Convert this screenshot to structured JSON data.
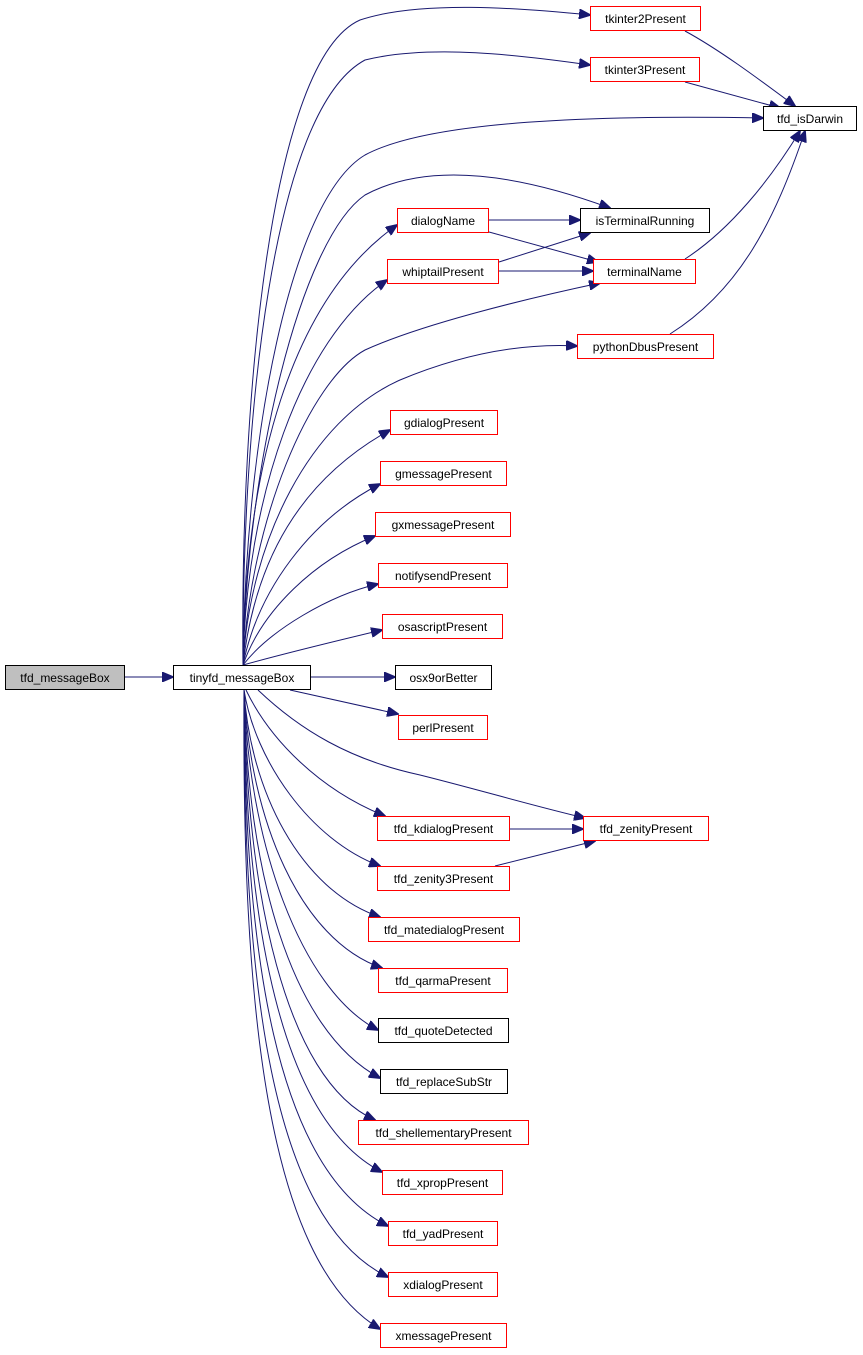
{
  "graph": {
    "root": "tfd_messageBox",
    "caller": "tinyfd_messageBox",
    "colors": {
      "edge": "#191970",
      "red_border": "#ff0000",
      "black_border": "#000000",
      "root_fill": "#bfbfbf"
    },
    "nodes": {
      "tfd_messageBox": {
        "label": "tfd_messageBox",
        "style": "root"
      },
      "tinyfd_messageBox": {
        "label": "tinyfd_messageBox",
        "style": "black"
      },
      "tkinter2Present": {
        "label": "tkinter2Present",
        "style": "red"
      },
      "tkinter3Present": {
        "label": "tkinter3Present",
        "style": "red"
      },
      "tfd_isDarwin": {
        "label": "tfd_isDarwin",
        "style": "black"
      },
      "isTerminalRunning": {
        "label": "isTerminalRunning",
        "style": "black"
      },
      "dialogName": {
        "label": "dialogName",
        "style": "red"
      },
      "whiptailPresent": {
        "label": "whiptailPresent",
        "style": "red"
      },
      "terminalName": {
        "label": "terminalName",
        "style": "red"
      },
      "pythonDbusPresent": {
        "label": "pythonDbusPresent",
        "style": "red"
      },
      "gdialogPresent": {
        "label": "gdialogPresent",
        "style": "red"
      },
      "gmessagePresent": {
        "label": "gmessagePresent",
        "style": "red"
      },
      "gxmessagePresent": {
        "label": "gxmessagePresent",
        "style": "red"
      },
      "notifysendPresent": {
        "label": "notifysendPresent",
        "style": "red"
      },
      "osascriptPresent": {
        "label": "osascriptPresent",
        "style": "red"
      },
      "osx9orBetter": {
        "label": "osx9orBetter",
        "style": "black"
      },
      "perlPresent": {
        "label": "perlPresent",
        "style": "red"
      },
      "tfd_kdialogPresent": {
        "label": "tfd_kdialogPresent",
        "style": "red"
      },
      "tfd_zenityPresent": {
        "label": "tfd_zenityPresent",
        "style": "red"
      },
      "tfd_zenity3Present": {
        "label": "tfd_zenity3Present",
        "style": "red"
      },
      "tfd_matedialogPresent": {
        "label": "tfd_matedialogPresent",
        "style": "red"
      },
      "tfd_qarmaPresent": {
        "label": "tfd_qarmaPresent",
        "style": "red"
      },
      "tfd_quoteDetected": {
        "label": "tfd_quoteDetected",
        "style": "black"
      },
      "tfd_replaceSubStr": {
        "label": "tfd_replaceSubStr",
        "style": "black"
      },
      "tfd_shellementaryPresent": {
        "label": "tfd_shellementaryPresent",
        "style": "red"
      },
      "tfd_xpropPresent": {
        "label": "tfd_xpropPresent",
        "style": "red"
      },
      "tfd_yadPresent": {
        "label": "tfd_yadPresent",
        "style": "red"
      },
      "xdialogPresent": {
        "label": "xdialogPresent",
        "style": "red"
      },
      "xmessagePresent": {
        "label": "xmessagePresent",
        "style": "red"
      }
    },
    "edges": [
      [
        "tfd_messageBox",
        "tinyfd_messageBox"
      ],
      [
        "tinyfd_messageBox",
        "tkinter2Present"
      ],
      [
        "tinyfd_messageBox",
        "tkinter3Present"
      ],
      [
        "tinyfd_messageBox",
        "tfd_isDarwin"
      ],
      [
        "tinyfd_messageBox",
        "isTerminalRunning"
      ],
      [
        "tinyfd_messageBox",
        "dialogName"
      ],
      [
        "tinyfd_messageBox",
        "whiptailPresent"
      ],
      [
        "tinyfd_messageBox",
        "terminalName"
      ],
      [
        "tinyfd_messageBox",
        "pythonDbusPresent"
      ],
      [
        "tinyfd_messageBox",
        "gdialogPresent"
      ],
      [
        "tinyfd_messageBox",
        "gmessagePresent"
      ],
      [
        "tinyfd_messageBox",
        "gxmessagePresent"
      ],
      [
        "tinyfd_messageBox",
        "notifysendPresent"
      ],
      [
        "tinyfd_messageBox",
        "osascriptPresent"
      ],
      [
        "tinyfd_messageBox",
        "osx9orBetter"
      ],
      [
        "tinyfd_messageBox",
        "perlPresent"
      ],
      [
        "tinyfd_messageBox",
        "tfd_zenityPresent"
      ],
      [
        "tinyfd_messageBox",
        "tfd_kdialogPresent"
      ],
      [
        "tinyfd_messageBox",
        "tfd_zenity3Present"
      ],
      [
        "tinyfd_messageBox",
        "tfd_matedialogPresent"
      ],
      [
        "tinyfd_messageBox",
        "tfd_qarmaPresent"
      ],
      [
        "tinyfd_messageBox",
        "tfd_quoteDetected"
      ],
      [
        "tinyfd_messageBox",
        "tfd_replaceSubStr"
      ],
      [
        "tinyfd_messageBox",
        "tfd_shellementaryPresent"
      ],
      [
        "tinyfd_messageBox",
        "tfd_xpropPresent"
      ],
      [
        "tinyfd_messageBox",
        "tfd_yadPresent"
      ],
      [
        "tinyfd_messageBox",
        "xdialogPresent"
      ],
      [
        "tinyfd_messageBox",
        "xmessagePresent"
      ],
      [
        "tkinter2Present",
        "tfd_isDarwin"
      ],
      [
        "tkinter3Present",
        "tfd_isDarwin"
      ],
      [
        "dialogName",
        "isTerminalRunning"
      ],
      [
        "dialogName",
        "terminalName"
      ],
      [
        "whiptailPresent",
        "isTerminalRunning"
      ],
      [
        "whiptailPresent",
        "terminalName"
      ],
      [
        "terminalName",
        "tfd_isDarwin"
      ],
      [
        "pythonDbusPresent",
        "tfd_isDarwin"
      ],
      [
        "tfd_kdialogPresent",
        "tfd_zenityPresent"
      ],
      [
        "tfd_zenity3Present",
        "tfd_zenityPresent"
      ]
    ]
  }
}
